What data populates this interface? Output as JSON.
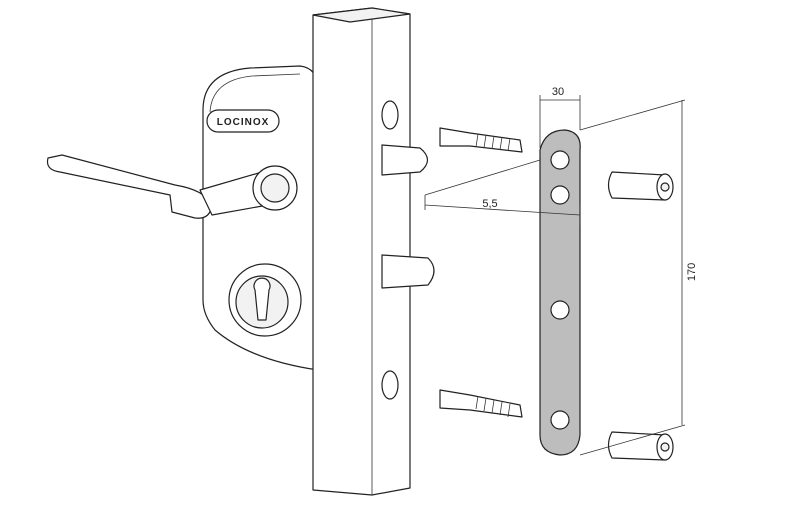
{
  "brand": "LOCINOX",
  "dimensions": {
    "plate_width": "30",
    "offset": "5,5",
    "plate_height": "170"
  }
}
